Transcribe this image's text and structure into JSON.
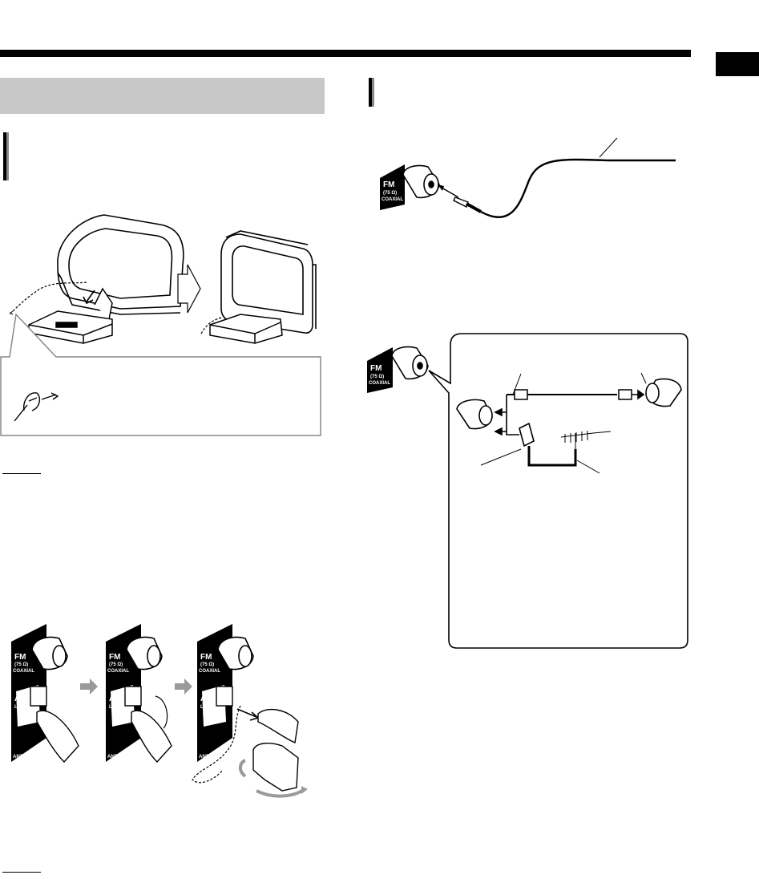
{
  "panel_labels": {
    "fm": "FM",
    "impedance": "(75 Ω)",
    "coaxial": "COAXIAL",
    "am": "AM",
    "loop": "LOOP",
    "antenna": "ANTENNA"
  },
  "colors": {
    "ink": "#000000",
    "band_gray": "#c8c8c8",
    "arrow_gray": "#9a9a9a"
  }
}
